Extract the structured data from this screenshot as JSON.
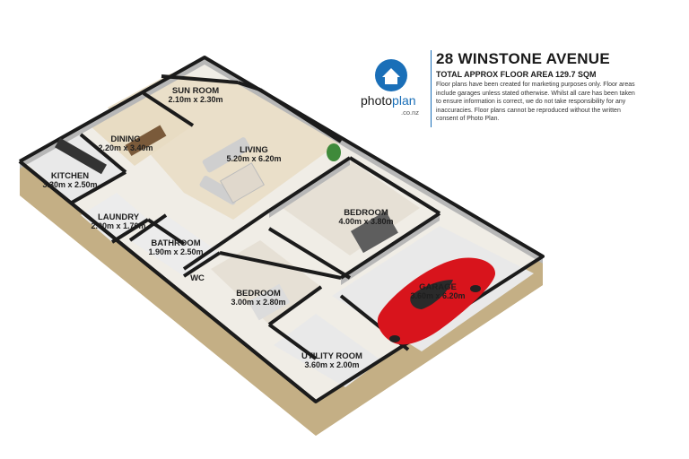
{
  "header": {
    "title": "28 WINSTONE AVENUE",
    "subtitle": "TOTAL APPROX FLOOR AREA 129.7 SQM",
    "disclaimer": "Floor plans have been created for marketing purposes only. Floor areas include garages unless stated otherwise. Whilst all care has been taken to ensure information is correct, we do not take responsibility for any inaccuracies. Floor plans cannot be reproduced without the written consent of Photo Plan."
  },
  "logo": {
    "word_a": "photo",
    "word_b": "plan",
    "sub": ".co.nz",
    "icon": "house-icon",
    "brand_color": "#1a6fb8"
  },
  "colors": {
    "wall_top": "#1b1b1b",
    "wall_side": "#b3b3b3",
    "floor": "#f0ede6",
    "living_floor": "#eadfc9",
    "base": "#cdbb94",
    "car": "#d8141c"
  },
  "rooms": [
    {
      "key": "sunroom",
      "label": "SUN ROOM",
      "dims": "2.10m x 2.30m"
    },
    {
      "key": "dining",
      "label": "DINING",
      "dims": "2.20m x 3.40m"
    },
    {
      "key": "living",
      "label": "LIVING",
      "dims": "5.20m x 6.20m"
    },
    {
      "key": "kitchen",
      "label": "KITCHEN",
      "dims": "3.30m x 2.50m"
    },
    {
      "key": "laundry",
      "label": "LAUNDRY",
      "dims": "2.00m x 1.70m"
    },
    {
      "key": "bathroom",
      "label": "BATHROOM",
      "dims": "1.90m x 2.50m"
    },
    {
      "key": "wc",
      "label": "WC",
      "dims": ""
    },
    {
      "key": "bedroom1",
      "label": "BEDROOM",
      "dims": "4.00m x 3.80m"
    },
    {
      "key": "bedroom2",
      "label": "BEDROOM",
      "dims": "3.00m x 2.80m"
    },
    {
      "key": "garage",
      "label": "GARAGE",
      "dims": "3.60m x 6.20m"
    },
    {
      "key": "utility",
      "label": "UTILITY ROOM",
      "dims": "3.60m x 2.00m"
    }
  ]
}
